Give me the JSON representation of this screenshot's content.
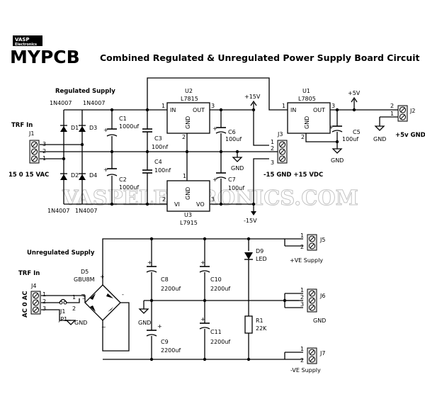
{
  "logo": {
    "top": "VASP",
    "sub": "Electronics",
    "main": "MYPCB"
  },
  "title": "Combined Regulated & Unregulated Power Supply Board Circuit",
  "watermark": "VASPELECTRONICS.COM",
  "regulated": {
    "heading": "Regulated Supply",
    "trf_label": "TRF In",
    "j1": "J1",
    "ac_label": "15 0 15 VAC",
    "diode_top_labels": [
      "1N4007",
      "1N4007"
    ],
    "diode_bottom_labels": [
      "1N4007",
      "1N4007"
    ],
    "diodes": [
      "D1",
      "D3",
      "D2",
      "D4"
    ],
    "c1": {
      "ref": "C1",
      "val": "1000uf"
    },
    "c2": {
      "ref": "C2",
      "val": "1000uf"
    },
    "c3": {
      "ref": "C3",
      "val": "100nf"
    },
    "c4": {
      "ref": "C4",
      "val": "100nf"
    },
    "c5": {
      "ref": "C5",
      "val": "100uf"
    },
    "c6": {
      "ref": "C6",
      "val": "100uf"
    },
    "c7": {
      "ref": "C7",
      "val": "100uf"
    },
    "u1": {
      "ref": "U1",
      "part": "L7805"
    },
    "u2": {
      "ref": "U2",
      "part": "L7815"
    },
    "u3": {
      "ref": "U3",
      "part": "L7915"
    },
    "pin_in": "IN",
    "pin_out": "OUT",
    "pin_gnd": "GND",
    "pin_vi": "VI",
    "pin_vo": "VO",
    "plus15": "+15V",
    "minus15": "-15V",
    "plus5": "+5V",
    "gnd": "GND",
    "j2": "J2",
    "j2_label": "+5v GND",
    "j3": "J3",
    "j3_label": "-15 GND +15 VDC"
  },
  "unregulated": {
    "heading": "Unregulated Supply",
    "trf_label": "TRF In",
    "j4": "J4",
    "ac_label": "AC 0 AC",
    "d5": {
      "ref": "D5",
      "part": "GBU8M"
    },
    "jp1": {
      "ref": "J1",
      "alt": "JP1"
    },
    "gnd": "GND",
    "c8": {
      "ref": "C8",
      "val": "2200uf"
    },
    "c9": {
      "ref": "C9",
      "val": "2200uf"
    },
    "c10": {
      "ref": "C10",
      "val": "2200uf"
    },
    "c11": {
      "ref": "C11",
      "val": "2200uf"
    },
    "d9": {
      "ref": "D9",
      "part": "LED"
    },
    "r1": {
      "ref": "R1",
      "val": "22K"
    },
    "j5": {
      "ref": "J5",
      "label": "+VE Supply"
    },
    "j6": {
      "ref": "J6",
      "label": "GND"
    },
    "j7": {
      "ref": "J7",
      "label": "-VE Supply"
    }
  },
  "pin_numbers": [
    "1",
    "2",
    "3"
  ]
}
